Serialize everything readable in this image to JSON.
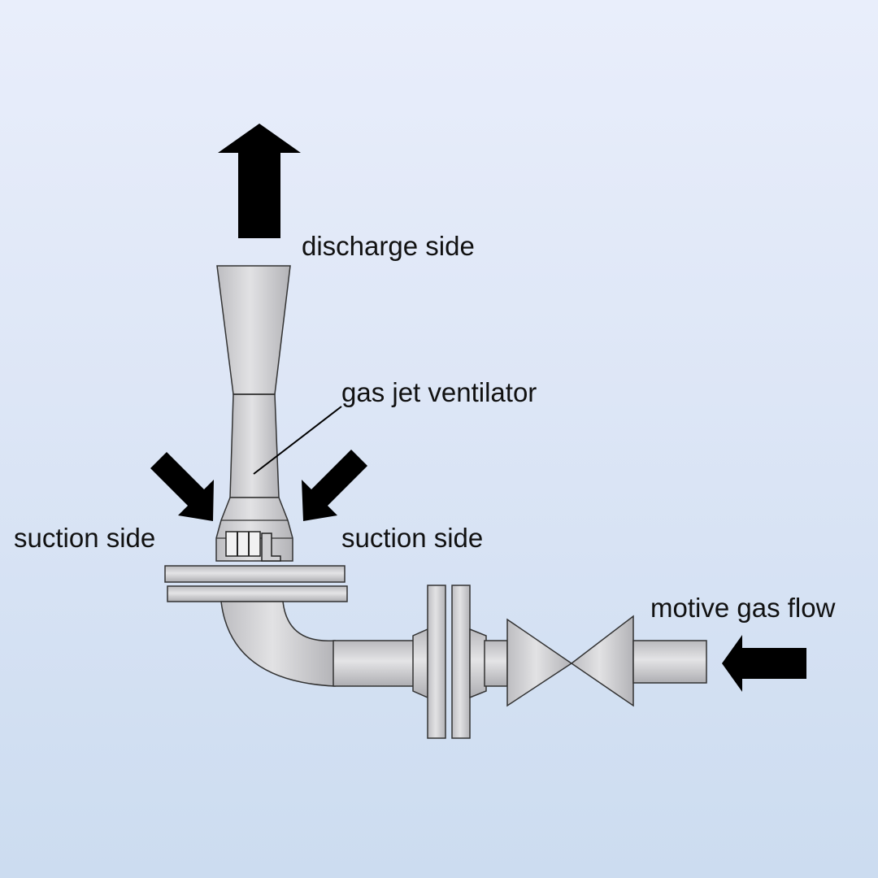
{
  "labels": {
    "discharge": "discharge side",
    "ventilator": "gas jet ventilator",
    "suction_left": "suction side",
    "suction_right": "suction side",
    "motive": "motive gas flow"
  },
  "colors": {
    "metal": "#d4d4d6",
    "metal_dark": "#a9a9ad",
    "stroke": "#333333",
    "arrow": "#000000"
  },
  "icons": [
    "arrow-up-icon",
    "arrow-down-right-icon",
    "arrow-down-left-icon",
    "arrow-left-icon",
    "valve-icon"
  ]
}
